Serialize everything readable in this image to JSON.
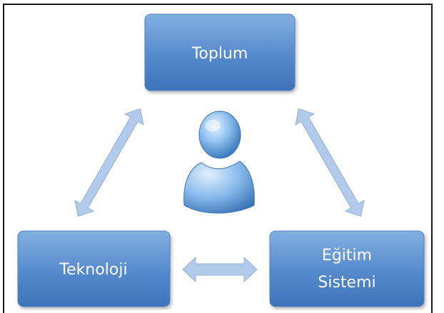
{
  "nodes": {
    "top": {
      "label": "Toplum"
    },
    "left": {
      "label": "Teknoloji"
    },
    "right": {
      "line1": "Eğitim",
      "line2": "Sistemi"
    }
  },
  "center_figure": {
    "icon": "person-icon"
  },
  "connectors": [
    {
      "from": "top",
      "to": "left",
      "style": "double-arrow"
    },
    {
      "from": "top",
      "to": "right",
      "style": "double-arrow"
    },
    {
      "from": "left",
      "to": "right",
      "style": "double-arrow"
    }
  ],
  "colors": {
    "box_top": "#79a8de",
    "box_bottom": "#3a70b8",
    "box_border": "#5b8fcf",
    "arrow_fill": "#aec6e6",
    "arrow_stroke": "#8fb0da",
    "text": "#ffffff"
  }
}
